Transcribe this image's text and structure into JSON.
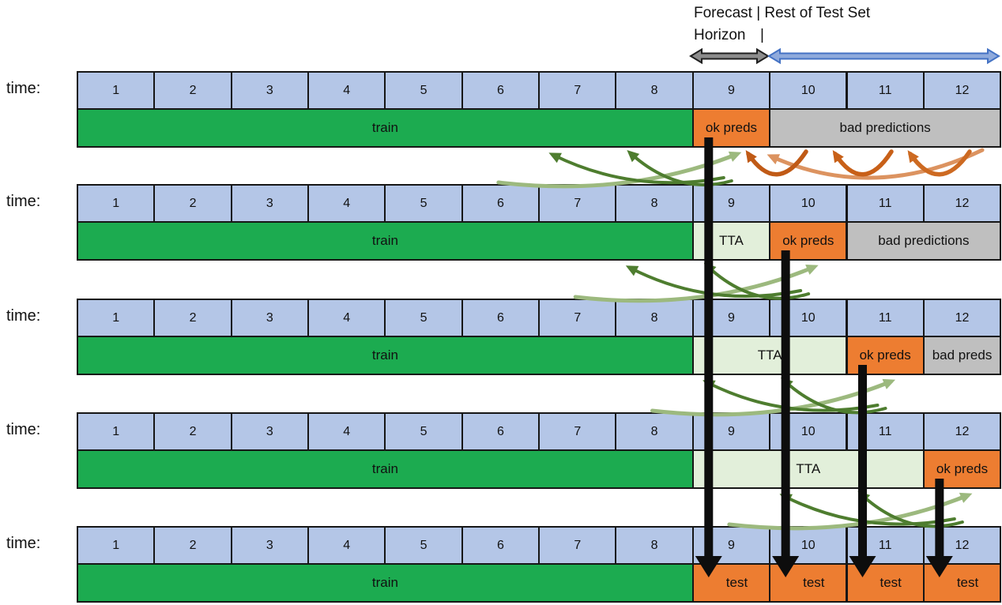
{
  "header": {
    "line1": "Forecast | Rest of Test Set",
    "line2_word": "Horizon",
    "line2_pipe": "|"
  },
  "time_label": "time:",
  "cells": [
    "1",
    "2",
    "3",
    "4",
    "5",
    "6",
    "7",
    "8",
    "9",
    "10",
    "11",
    "12"
  ],
  "rows": [
    {
      "name": "iteration-1",
      "segments": [
        {
          "label": "train",
          "type": "train",
          "span": 8
        },
        {
          "label": "ok preds",
          "type": "ok",
          "span": 1
        },
        {
          "label": "bad predictions",
          "type": "bad",
          "span": 3
        }
      ]
    },
    {
      "name": "iteration-2",
      "segments": [
        {
          "label": "train",
          "type": "train",
          "span": 8
        },
        {
          "label": "TTA",
          "type": "tta",
          "span": 1
        },
        {
          "label": "ok preds",
          "type": "ok",
          "span": 1
        },
        {
          "label": "bad predictions",
          "type": "bad",
          "span": 2
        }
      ]
    },
    {
      "name": "iteration-3",
      "segments": [
        {
          "label": "train",
          "type": "train",
          "span": 8
        },
        {
          "label": "TTA",
          "type": "tta",
          "span": 2
        },
        {
          "label": "ok preds",
          "type": "ok",
          "span": 1
        },
        {
          "label": "bad preds",
          "type": "bad",
          "span": 1
        }
      ]
    },
    {
      "name": "iteration-4",
      "segments": [
        {
          "label": "train",
          "type": "train",
          "span": 8
        },
        {
          "label": "TTA",
          "type": "tta",
          "span": 3
        },
        {
          "label": "ok preds",
          "type": "ok",
          "span": 1
        }
      ]
    },
    {
      "name": "final-test",
      "segments": [
        {
          "label": "train",
          "type": "train",
          "span": 8
        },
        {
          "label": "test",
          "type": "test",
          "span": 1
        },
        {
          "label": "test",
          "type": "test",
          "span": 1
        },
        {
          "label": "test",
          "type": "test",
          "span": 1
        },
        {
          "label": "test",
          "type": "test",
          "span": 1
        }
      ]
    }
  ],
  "colors": {
    "cell_blue": "#b4c6e7",
    "train_green": "#1cab50",
    "tta_green": "#e2efda",
    "ok_orange": "#ed7d31",
    "bad_gray": "#bfbfbf",
    "test_orange": "#ed7d31",
    "border": "#161616",
    "drop_black": "#0d0d0d",
    "dark_green_arrow": "#4e7d2f",
    "light_green_arrow": "#9cb97e",
    "horizon_arrow_fill": "#8c8c8c",
    "horizon_arrow_stroke": "#1f1f1f",
    "rest_arrow_fill": "#8faadc",
    "rest_arrow_stroke": "#4472c4",
    "bad_feedback_colors": [
      "#c05a16",
      "#c86018",
      "#cd6a22",
      "#dc9360"
    ]
  },
  "arrows": {
    "horizon_span": {
      "icon": "double-headed-arrow-icon",
      "covers_cells": [
        "9"
      ]
    },
    "rest_span": {
      "icon": "double-headed-arrow-icon",
      "covers_cells": [
        "10",
        "11",
        "12"
      ]
    },
    "prediction_drops": [
      {
        "from_row": 0,
        "col": 8
      },
      {
        "from_row": 1,
        "col": 9
      },
      {
        "from_row": 2,
        "col": 10
      },
      {
        "from_row": 3,
        "col": 11
      }
    ],
    "feedback_gaps": [
      0,
      1,
      2,
      3
    ]
  }
}
